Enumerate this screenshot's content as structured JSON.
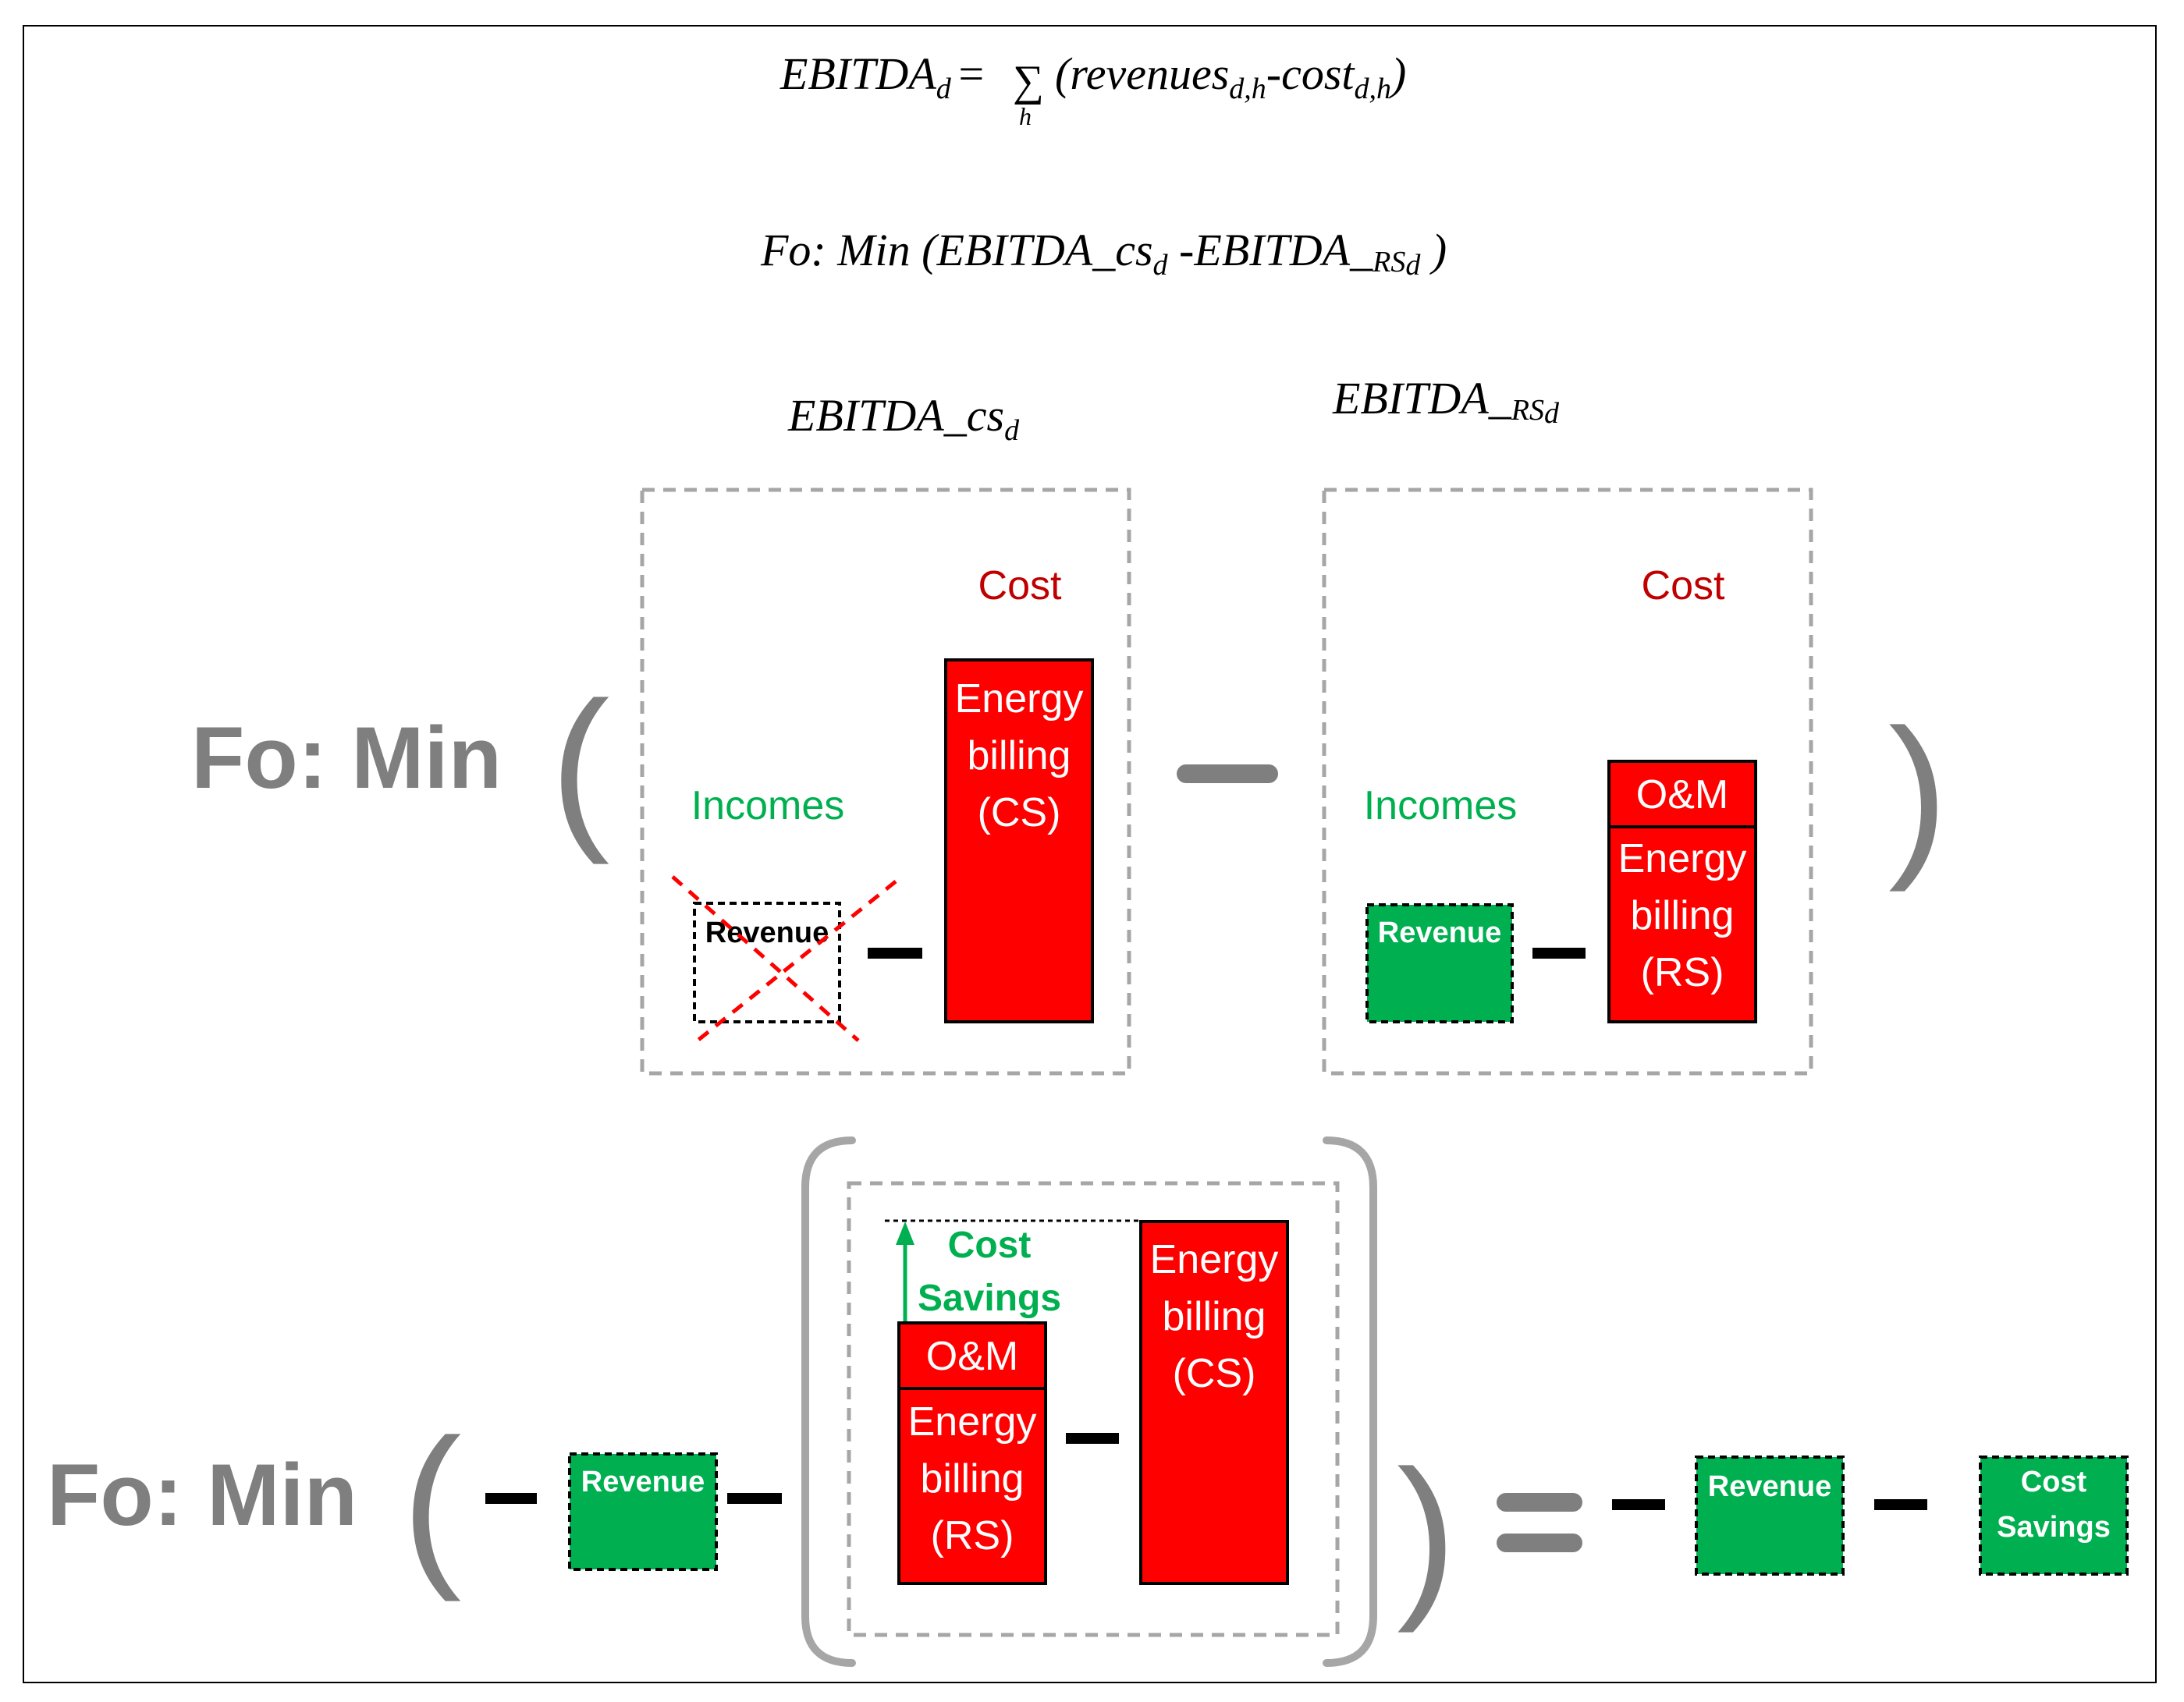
{
  "formulas": {
    "ebitda_main": "EBITDA",
    "ebitda_sub_d": "d",
    "eq_sign": "=",
    "sigma": "∑",
    "sigma_sub": "h",
    "sum_body_open": "(revenues",
    "sum_sub_dh_1": "d,h",
    "sum_minus_cost": "-cost",
    "sum_sub_dh_2": "d,h",
    "sum_close": ")",
    "fo_line_pre": "Fo: Min (EBITDA_cs",
    "fo_line_sub1": "d",
    "fo_line_mid": " -EBITDA_",
    "fo_line_rs": "RS",
    "fo_line_sub2": "d",
    "fo_line_close": " )"
  },
  "panel_cs": {
    "title_pre": "EBITDA_cs",
    "title_sub": "d",
    "cost_label": "Cost",
    "incomes_label": "Incomes",
    "revenue_label": "Revenue",
    "energy_lines": [
      "Energy",
      "billing",
      "(CS)"
    ]
  },
  "panel_rs": {
    "title_pre": "EBITDA_",
    "title_rs": "RS",
    "title_sub": "d",
    "cost_label": "Cost",
    "incomes_label": "Incomes",
    "revenue_label": "Revenue",
    "om_label": "O&M",
    "energy_lines": [
      "Energy",
      "billing",
      "(RS)"
    ]
  },
  "row1": {
    "fo_min": "Fo: Min",
    "open_paren": "(",
    "close_paren": ")"
  },
  "row2": {
    "fo_min": "Fo: Min",
    "open_paren": "(",
    "close_paren": ")",
    "revenue_label": "Revenue",
    "om_label": "O&M",
    "energy_rs_lines": [
      "Energy",
      "billing",
      "(RS)"
    ],
    "energy_cs_lines": [
      "Energy",
      "billing",
      "(CS)"
    ],
    "savings_lines": [
      "Cost",
      "Savings"
    ],
    "result_revenue": "Revenue",
    "result_savings_lines": [
      "Cost",
      "Savings"
    ]
  },
  "colors": {
    "red": "#ff0000",
    "green": "#00b050",
    "dark_red_text": "#c00000",
    "grey": "#7f7f7f",
    "dash_grey": "#a6a6a6"
  }
}
